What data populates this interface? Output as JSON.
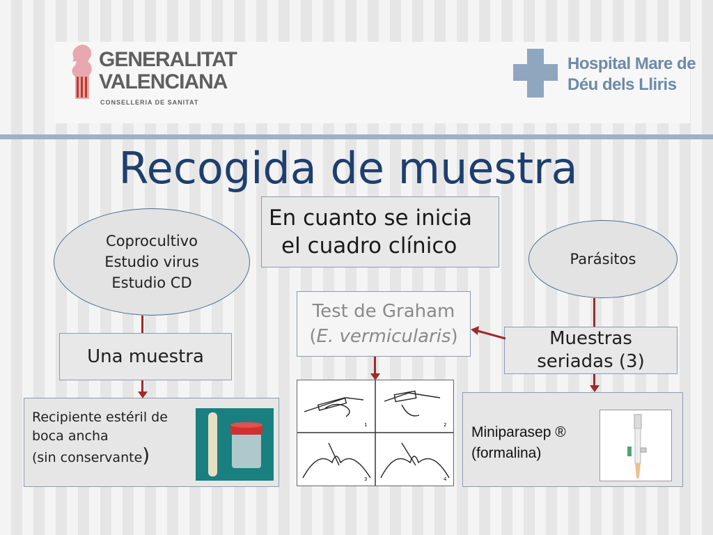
{
  "header": {
    "gv_line1": "GENERALITAT",
    "gv_line2": "VALENCIANA",
    "gv_sub": "CONSELLERIA DE SANITAT",
    "hospital_line1": "Hospital Mare de",
    "hospital_line2": "Déu dels Lliris"
  },
  "title": "Recogida de muestra",
  "timing_box": {
    "line1": "En cuanto se inicia",
    "line2": "el cuadro clínico"
  },
  "left_ellipse": {
    "line1": "Coprocultivo",
    "line2": "Estudio virus",
    "line3": "Estudio CD"
  },
  "left_box": "Una muestra",
  "left_panel": {
    "line1": "Recipiente estéril de",
    "line2": "boca ancha",
    "line3": "(sin conservante",
    "close_paren": ")"
  },
  "middle_box": {
    "line1": "Test de Graham",
    "line2_open": "(",
    "line2_italic": "E. vermicularis",
    "line2_close": ")"
  },
  "right_ellipse": "Parásitos",
  "right_box": {
    "line1": "Muestras",
    "line2": "seriadas (3)"
  },
  "right_panel": {
    "line1": "Miniparasep ®",
    "line2": "(formalina)"
  },
  "graham_steps": [
    "1",
    "2",
    "3",
    "4"
  ],
  "colors": {
    "title": "#1e3f6e",
    "arrow": "#a02a2a",
    "border": "#4d6a90"
  }
}
